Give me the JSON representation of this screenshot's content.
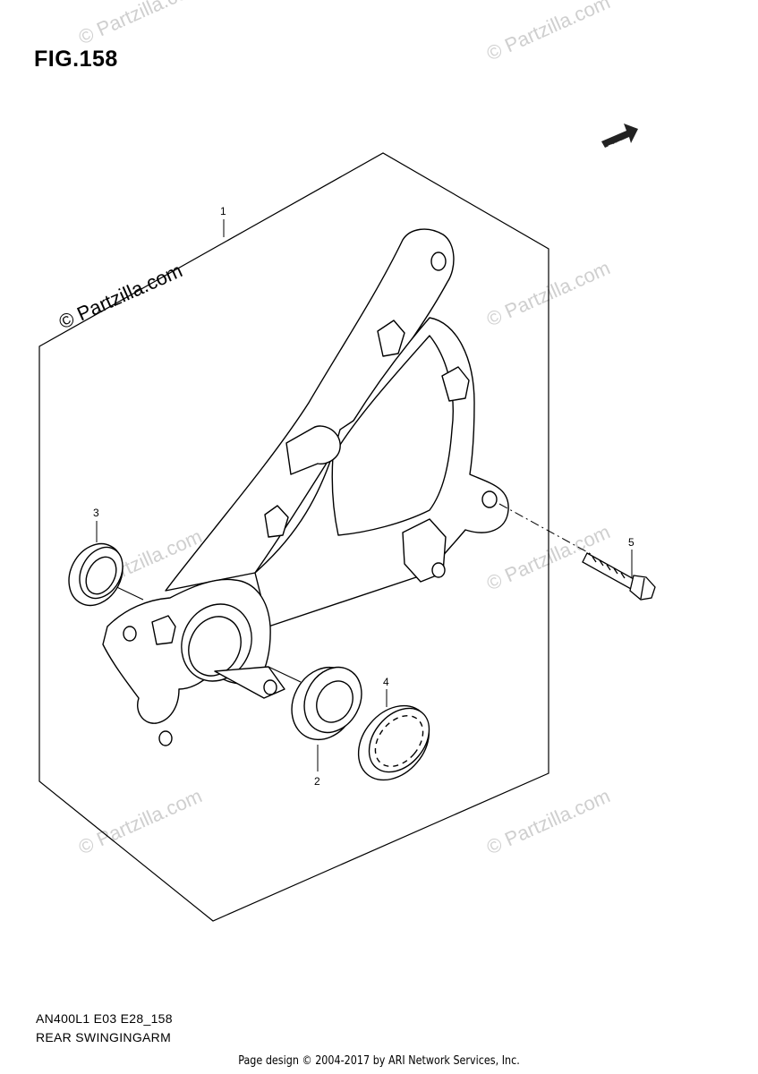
{
  "figure": {
    "title": "FIG.158",
    "code": "AN400L1 E03 E28_158",
    "name": "REAR SWINGINGARM"
  },
  "callouts": [
    {
      "number": "1"
    },
    {
      "number": "2"
    },
    {
      "number": "3"
    },
    {
      "number": "4"
    },
    {
      "number": "5"
    }
  ],
  "direction_badge": "FWD",
  "watermark": "© Partzilla.com",
  "footer": "Page design © 2004-2017 by ARI Network Services, Inc.",
  "colors": {
    "line": "#000000",
    "watermark": "#d0d0d0"
  }
}
